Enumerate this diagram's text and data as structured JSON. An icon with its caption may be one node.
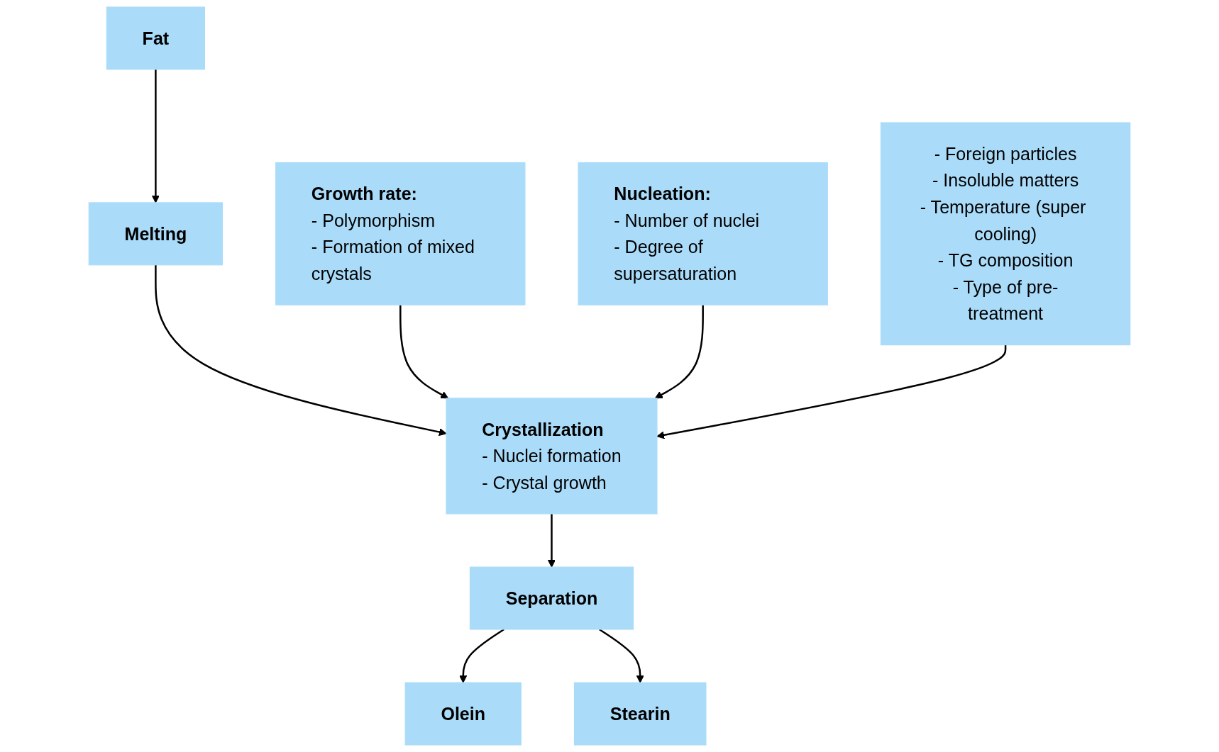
{
  "diagram": {
    "nodes": [
      {
        "text": [
          "Fat"
        ]
      },
      {
        "text": [
          "Melting"
        ]
      },
      {
        "text": [
          "Growth rate:",
          "- Polymorphism",
          "- Formation of mixed crystals"
        ]
      },
      {
        "text": [
          "Nucleation:",
          "- Number of nuclei",
          "- Degree of supersaturation"
        ]
      },
      {
        "text": [
          "Crystallization",
          "- Nuclei formation",
          "- Crystal growth"
        ]
      },
      {
        "text": [
          "- Foreign particles",
          "- Insoluble matters",
          "- Temperature (super cooling)",
          "- TG composition",
          "- Type of pre-treatment"
        ]
      },
      {
        "text": [
          "Separation"
        ]
      },
      {
        "text": [
          "Olein"
        ]
      },
      {
        "text": [
          "Stearin"
        ]
      }
    ],
    "edges": [
      {
        "from": 0,
        "to": 1,
        "arrow": "to"
      },
      {
        "from": 1,
        "to": 4,
        "arrow": "to"
      },
      {
        "from": 2,
        "to": 4,
        "arrow": "to"
      },
      {
        "from": 3,
        "to": 4,
        "arrow": "to"
      },
      {
        "from": 5,
        "to": 4,
        "arrow": "to"
      },
      {
        "from": 4,
        "to": 6,
        "arrow": "to"
      },
      {
        "from": 6,
        "to": 7,
        "arrow": "to"
      },
      {
        "from": 6,
        "to": 8,
        "arrow": "to"
      }
    ]
  }
}
